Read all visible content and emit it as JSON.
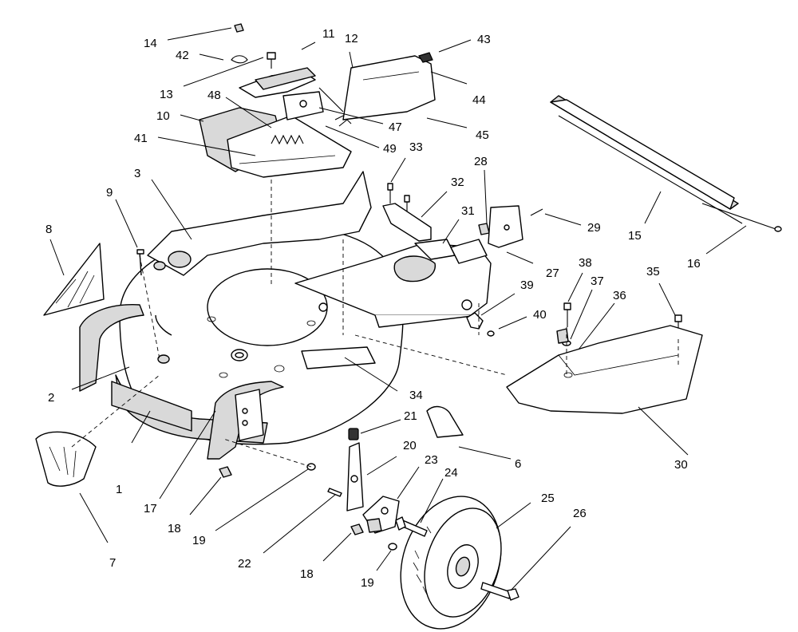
{
  "callouts": [
    {
      "id": "1",
      "label": "1"
    },
    {
      "id": "2",
      "label": "2"
    },
    {
      "id": "3",
      "label": "3"
    },
    {
      "id": "6",
      "label": "6"
    },
    {
      "id": "7",
      "label": "7"
    },
    {
      "id": "8",
      "label": "8"
    },
    {
      "id": "9",
      "label": "9"
    },
    {
      "id": "10",
      "label": "10"
    },
    {
      "id": "11",
      "label": "11"
    },
    {
      "id": "12",
      "label": "12"
    },
    {
      "id": "13",
      "label": "13"
    },
    {
      "id": "14",
      "label": "14"
    },
    {
      "id": "15",
      "label": "15"
    },
    {
      "id": "16",
      "label": "16"
    },
    {
      "id": "17",
      "label": "17"
    },
    {
      "id": "18a",
      "label": "18"
    },
    {
      "id": "18b",
      "label": "18"
    },
    {
      "id": "19a",
      "label": "19"
    },
    {
      "id": "19b",
      "label": "19"
    },
    {
      "id": "20",
      "label": "20"
    },
    {
      "id": "21",
      "label": "21"
    },
    {
      "id": "22",
      "label": "22"
    },
    {
      "id": "23",
      "label": "23"
    },
    {
      "id": "24",
      "label": "24"
    },
    {
      "id": "25",
      "label": "25"
    },
    {
      "id": "26",
      "label": "26"
    },
    {
      "id": "27",
      "label": "27"
    },
    {
      "id": "28",
      "label": "28"
    },
    {
      "id": "29",
      "label": "29"
    },
    {
      "id": "30",
      "label": "30"
    },
    {
      "id": "31",
      "label": "31"
    },
    {
      "id": "32",
      "label": "32"
    },
    {
      "id": "33",
      "label": "33"
    },
    {
      "id": "34",
      "label": "34"
    },
    {
      "id": "35",
      "label": "35"
    },
    {
      "id": "36",
      "label": "36"
    },
    {
      "id": "37",
      "label": "37"
    },
    {
      "id": "38",
      "label": "38"
    },
    {
      "id": "39",
      "label": "39"
    },
    {
      "id": "40",
      "label": "40"
    },
    {
      "id": "41",
      "label": "41"
    },
    {
      "id": "42",
      "label": "42"
    },
    {
      "id": "43",
      "label": "43"
    },
    {
      "id": "44",
      "label": "44"
    },
    {
      "id": "45",
      "label": "45"
    },
    {
      "id": "47",
      "label": "47"
    },
    {
      "id": "48",
      "label": "48"
    },
    {
      "id": "49",
      "label": "49"
    }
  ]
}
